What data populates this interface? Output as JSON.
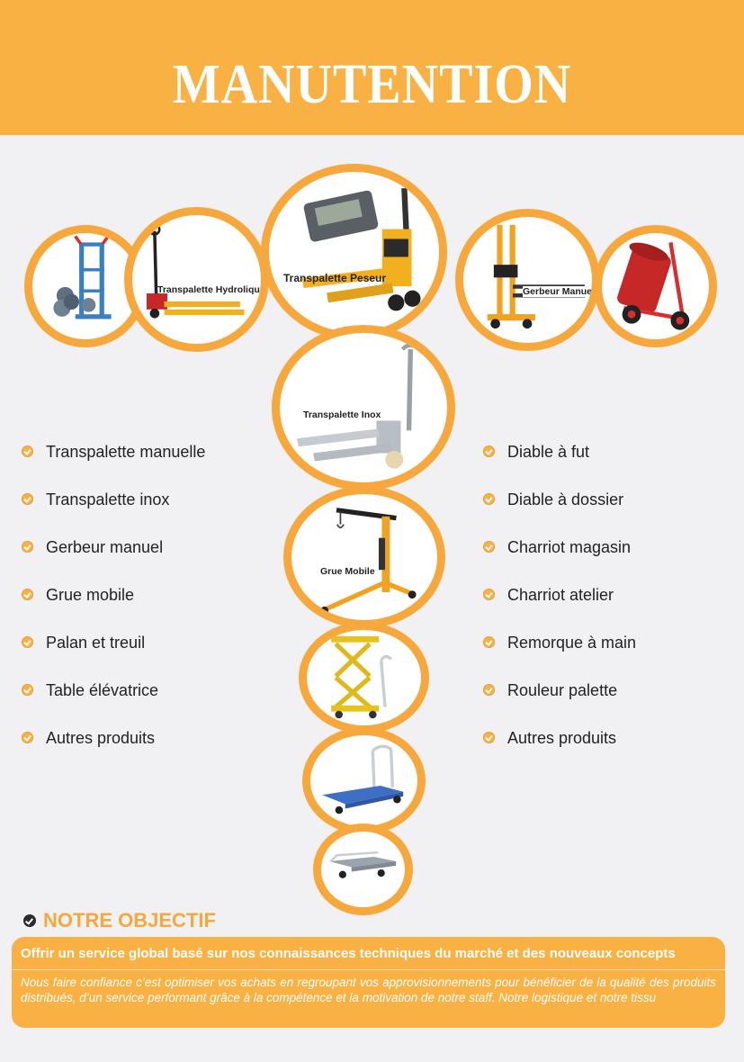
{
  "header": {
    "title": "MANUTENTION"
  },
  "circles": {
    "transpalette_hydrolique": "Transpalette Hydrolique",
    "transpalette_peseur": "Transpalette Peseur",
    "gerbeur_manuel": "Gerbeur Manuel",
    "transpalette_inox": "Transpalette Inox",
    "grue_mobile": "Grue Mobile"
  },
  "left_list": [
    "Transpalette manuelle",
    "Transpalette inox",
    "Gerbeur manuel",
    "Grue mobile",
    "Palan et treuil",
    "Table élévatrice",
    "Autres produits"
  ],
  "right_list": [
    "Diable à fut",
    "Diable à dossier",
    "Charriot magasin",
    "Charriot atelier",
    "Remorque à main",
    "Rouleur palette",
    "Autres produits"
  ],
  "objective": {
    "title": "NOTRE OBJECTIF",
    "headline": "Offrir un service global basé sur nos connaissances techniques du marché et des nouveaux concepts",
    "body": "Nous faire confiance c’est optimiser vos achats en regroupant vos approvisionnements pour bénéficier de la qualité des produits distribués, d’un service performant grâce à la compétence et la motivation de notre staff. Notre logistique et notre tissu"
  },
  "colors": {
    "accent": "#f9b144",
    "ring": "#f7a83d",
    "background": "#f1f1f3"
  }
}
